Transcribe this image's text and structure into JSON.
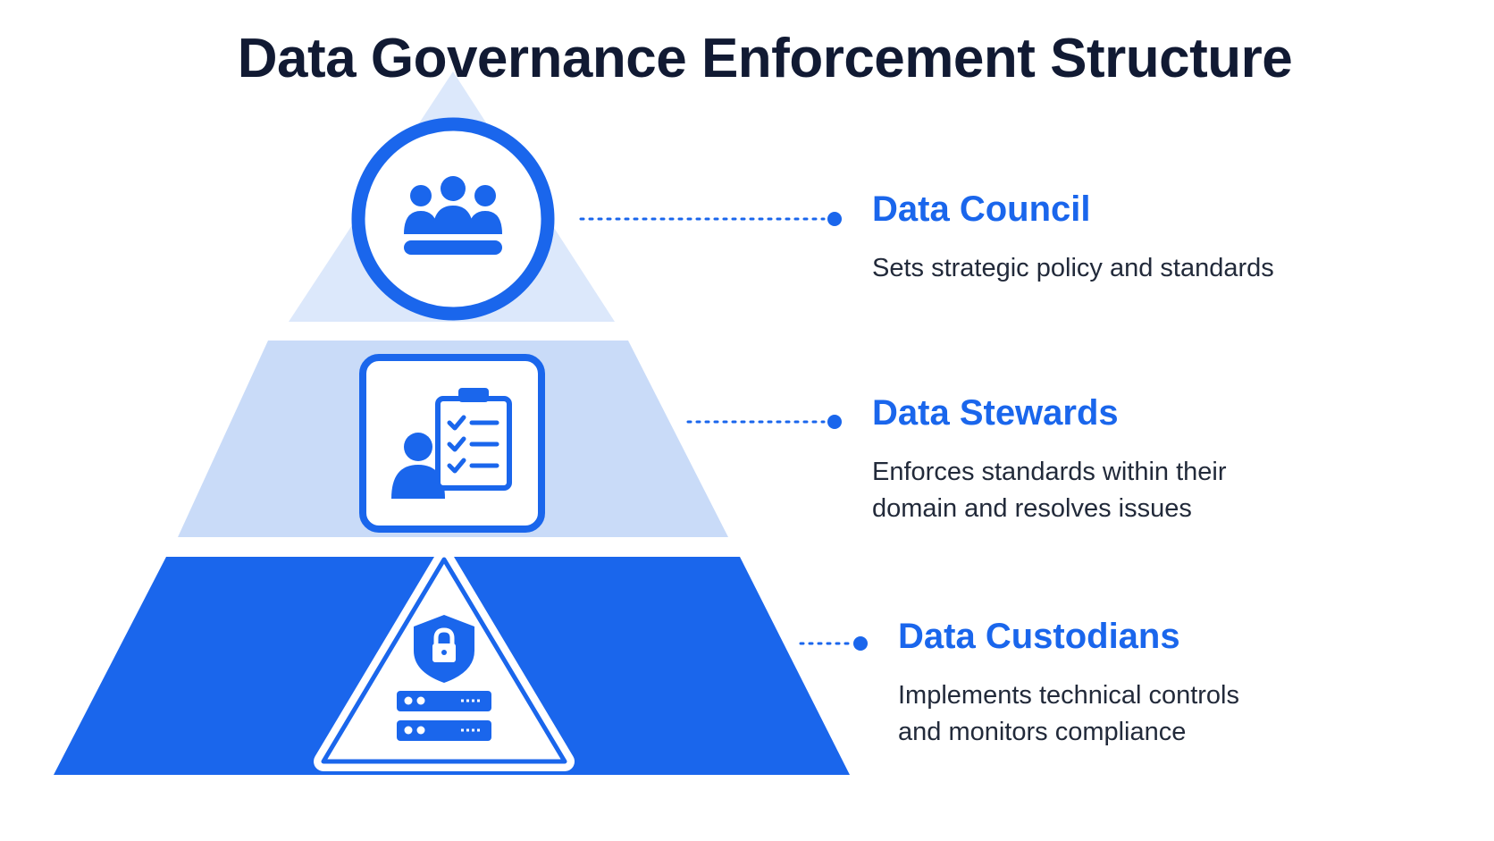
{
  "title": "Data Governance Enforcement Structure",
  "colors": {
    "title": "#111a33",
    "accent": "#1a66ec",
    "tier_top_fill": "#dce8fb",
    "tier_middle_fill": "#c9dbf8",
    "tier_bottom_fill": "#1a66ec",
    "description_text": "#222a3a"
  },
  "tiers": [
    {
      "name": "Data Council",
      "description": "Sets strategic policy and standards",
      "icon": "people-group-icon"
    },
    {
      "name": "Data Stewards",
      "description": "Enforces standards within their\ndomain and resolves issues",
      "icon": "person-checklist-icon"
    },
    {
      "name": "Data Custodians",
      "description": "Implements technical controls\nand monitors compliance",
      "icon": "shield-server-icon"
    }
  ]
}
